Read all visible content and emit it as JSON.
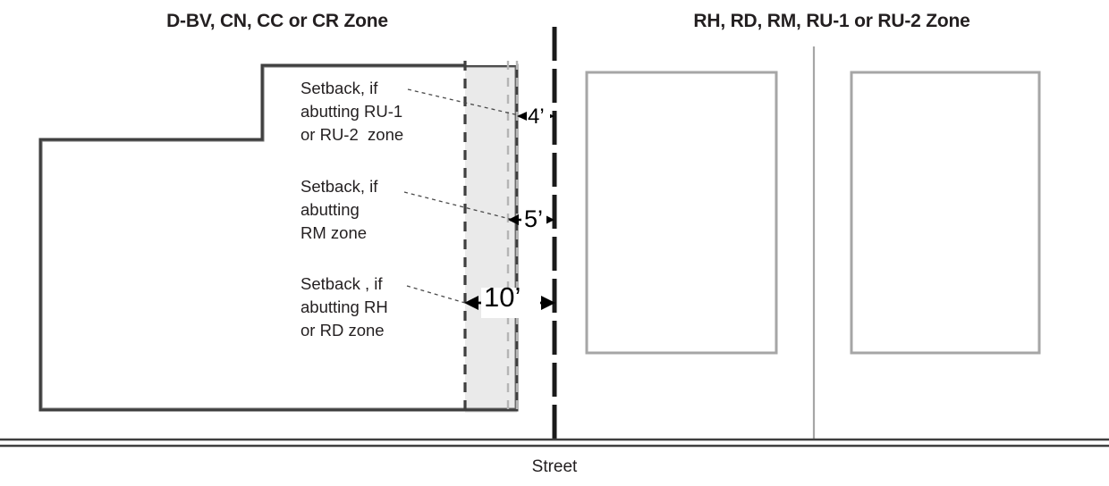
{
  "diagram": {
    "titles": {
      "left": "D-BV, CN, CC or CR Zone",
      "right": "RH, RD, RM, RU-1 or RU-2 Zone"
    },
    "callouts": [
      {
        "id": "setback-ru",
        "lines": "Setback, if\nabutting RU-1\nor RU-2  zone",
        "dimension": "4’"
      },
      {
        "id": "setback-rm",
        "lines": "Setback, if\nabutting\nRM zone",
        "dimension": "5’"
      },
      {
        "id": "setback-rh-rd",
        "lines": "Setback , if\nabutting RH\nor RD zone",
        "dimension": "10’"
      }
    ],
    "dimensions": {
      "d4": "4’",
      "d5": "5’",
      "d10": "10’"
    },
    "street_label": "Street",
    "colors": {
      "text": "#231f20",
      "building_outline_dark": "#3f3f3f",
      "building_outline_light": "#a6a6a6",
      "setback_fill": "#eaeaea",
      "property_line": "#1a1a1a",
      "light_dashed": "#b5b5b5",
      "street_line": "#3f3f3f"
    }
  }
}
